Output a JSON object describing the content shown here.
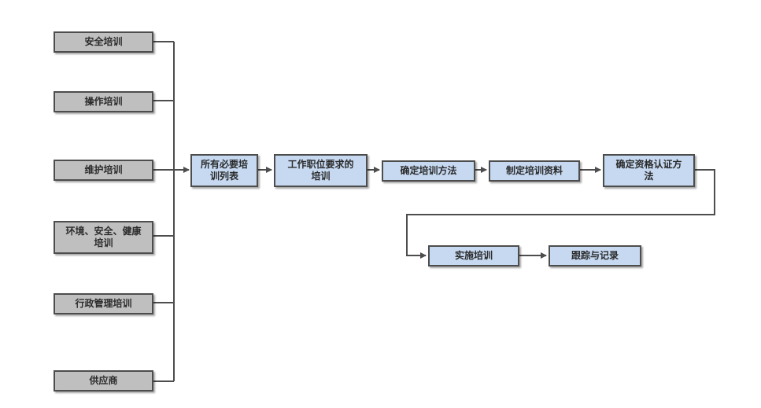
{
  "diagram": {
    "colors": {
      "left_box_fill": "#bfbfbf",
      "process_box_fill": "#c6d9f1",
      "border": "#4d4d4d",
      "connector": "#4d4d4d"
    },
    "training_types": [
      "安全培训",
      "操作培训",
      "维护培训",
      "环境、安全、健康培训",
      "行政管理培训",
      "供应商"
    ],
    "process_steps": [
      "所有必要培训列表",
      "工作职位要求的培训",
      "确定培训方法",
      "制定培训资料",
      "确定资格认证方法",
      "实施培训",
      "跟踪与记录"
    ]
  }
}
